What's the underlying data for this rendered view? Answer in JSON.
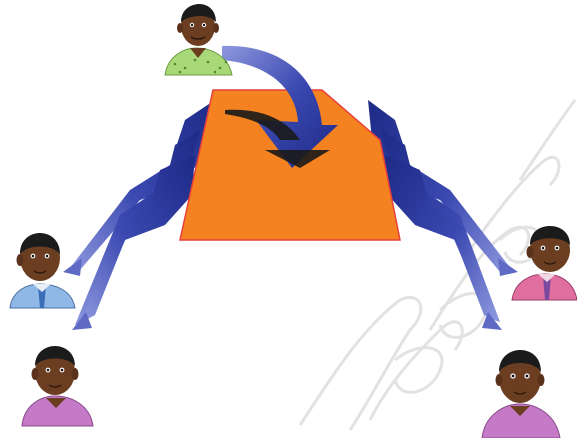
{
  "watermark": {
    "kind": "faint-lettering",
    "color": "#d9d9d9"
  },
  "colors": {
    "shape_fill": "#f58220",
    "shape_edge": "#e8403a",
    "arrow_light": "#6a76c8",
    "arrow_dark": "#1e2a86",
    "skin": "#6b3e22",
    "hair": "#1b1b1b"
  },
  "center_shape": {
    "shape": "pentagon",
    "name": "orange-document-shape"
  },
  "source_person": {
    "name": "child-top-sender",
    "shirt": "#a8d878",
    "pattern": "dotted"
  },
  "receivers": [
    {
      "name": "child-left-upper",
      "shirt": "#8fb8e6",
      "tie": "#3a6fb8"
    },
    {
      "name": "child-left-lower",
      "shirt": "#c47ac6"
    },
    {
      "name": "child-right-upper",
      "shirt": "#e06fa0",
      "tie": "#7a4aa0"
    },
    {
      "name": "child-right-lower",
      "shirt": "#c47ac6"
    }
  ],
  "icons": {
    "curved_arrow": "down-curved-arrow-icon",
    "spread_arrows": "spread-arrows-icon"
  }
}
